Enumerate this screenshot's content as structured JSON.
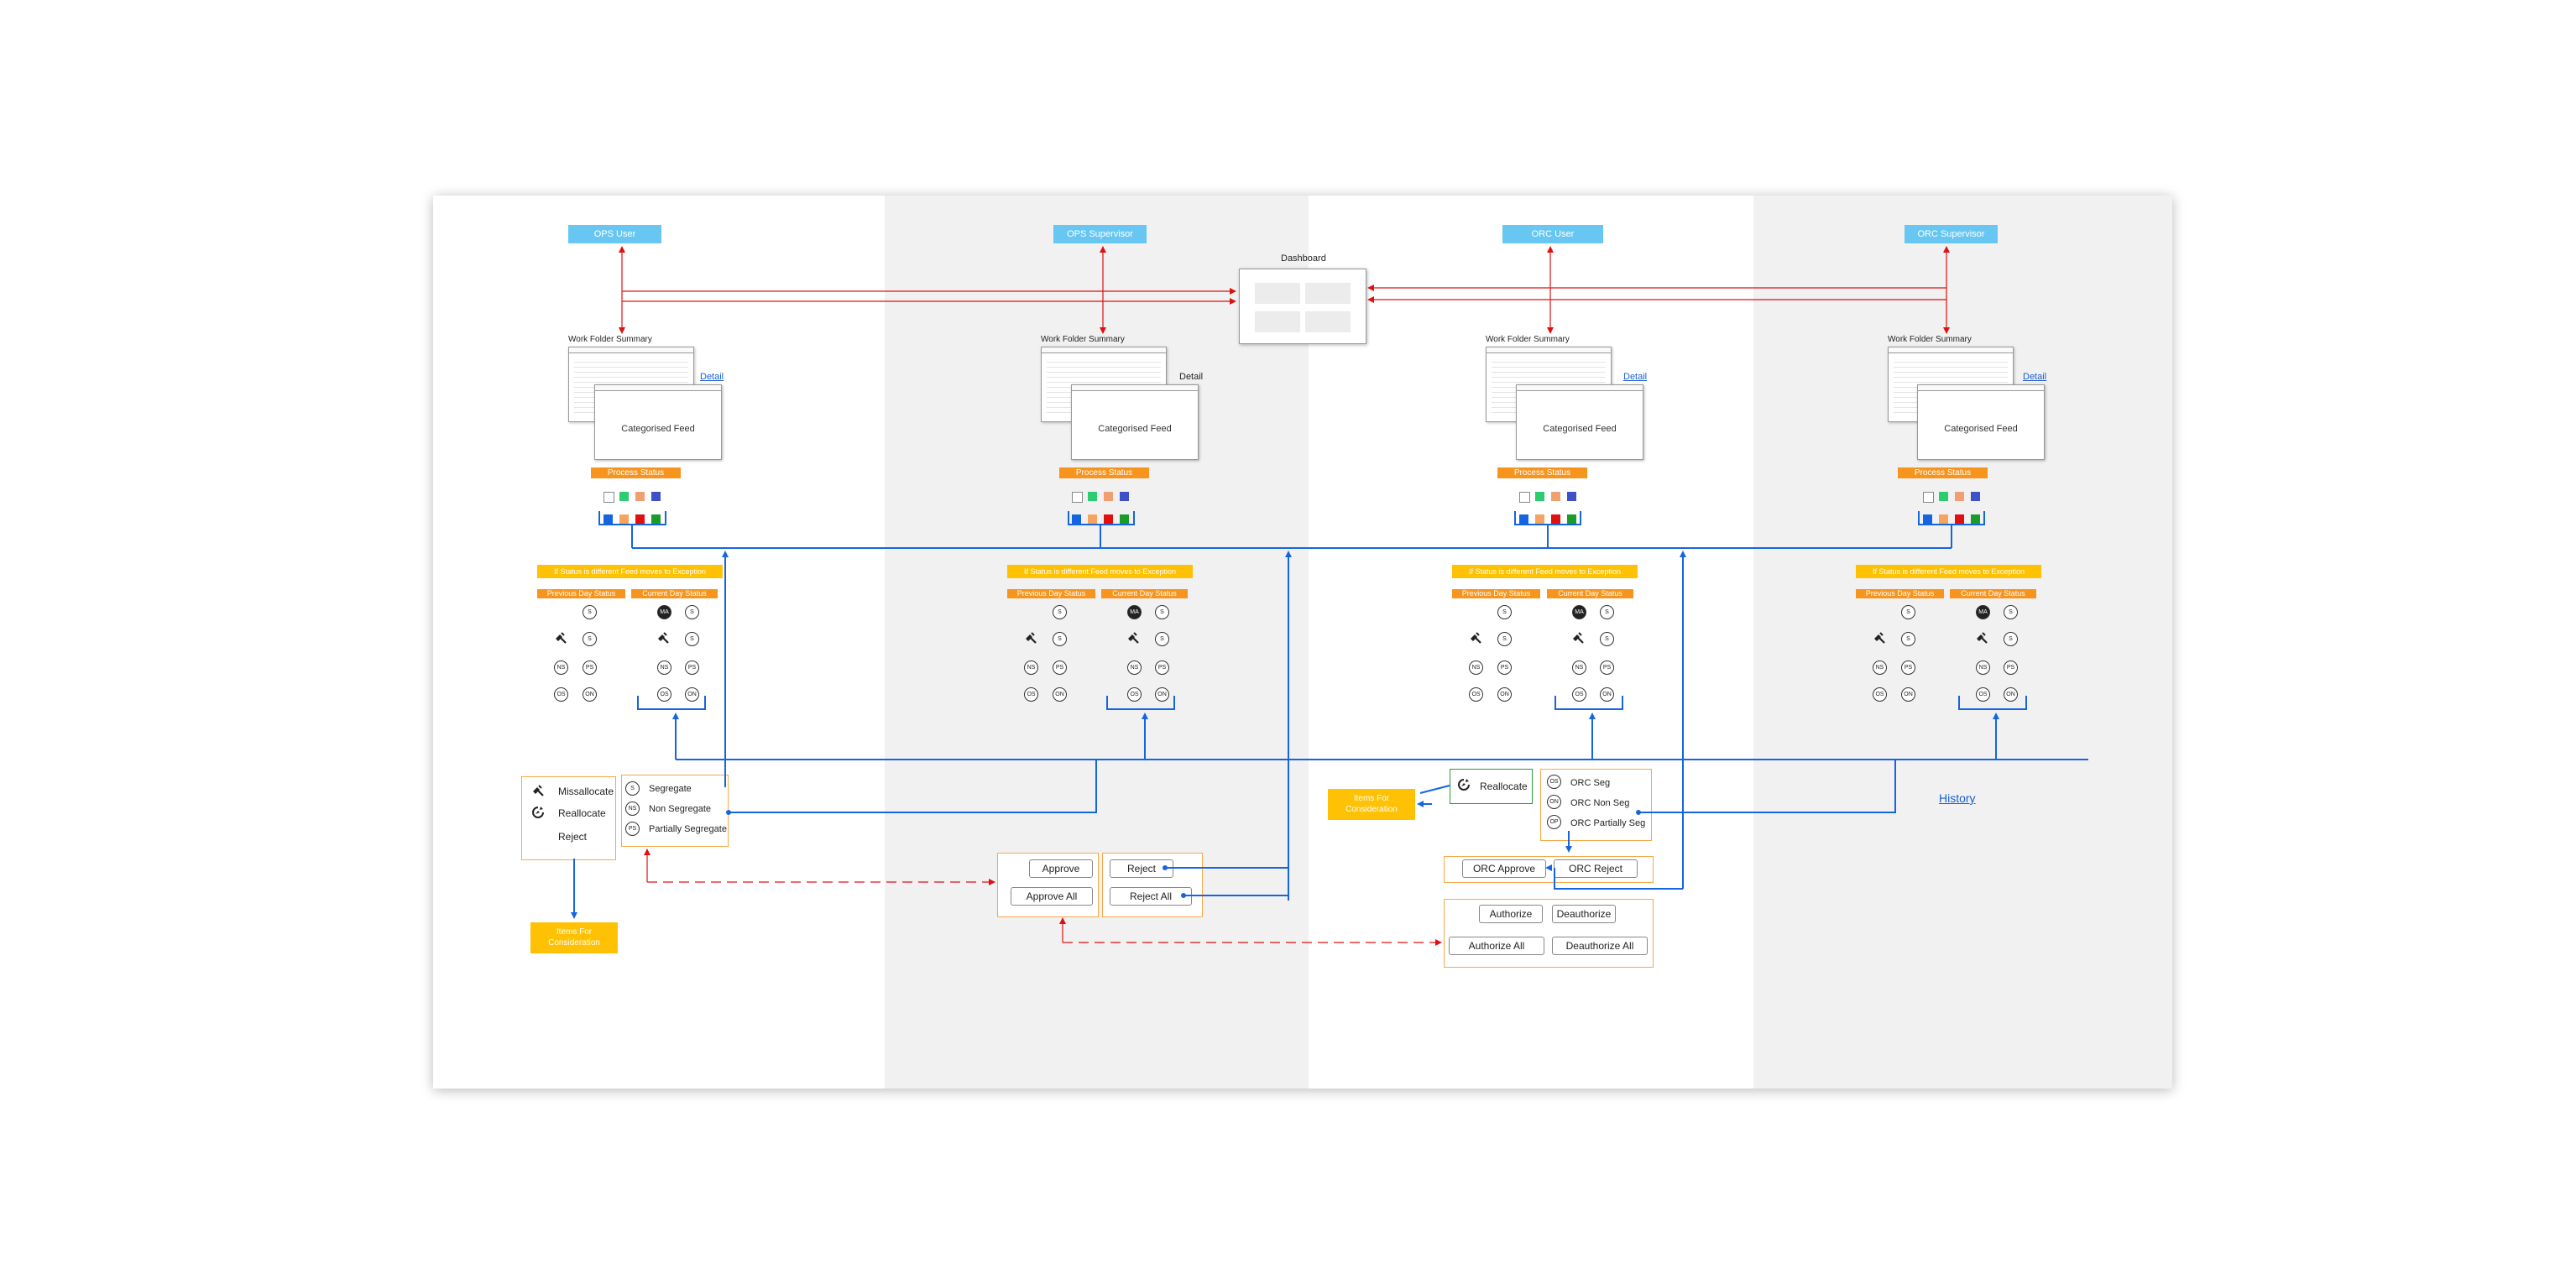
{
  "colors": {
    "role_header": "#67c7f2",
    "status_label": "#f7941d",
    "exception_banner": "#fec104",
    "flow_blue": "#1565e0",
    "flow_red": "#e01010",
    "action_border": "#f7a84a",
    "reallocate_border": "#2a9b3a",
    "status_squares": [
      "#ffffff",
      "#2ecc71",
      "#f0a070",
      "#3f51c8",
      "#1565e0",
      "#f4a460",
      "#e01010",
      "#1a9b2a"
    ]
  },
  "roles": [
    "OPS User",
    "OPS Supervisor",
    "ORC User",
    "ORC Supervisor"
  ],
  "dashboard": {
    "title": "Dashboard"
  },
  "lanes": [
    {
      "work_folder_title": "Work Folder Summary",
      "detail_link": "Detail",
      "categorised_feed": "Categorised Feed",
      "process_status": "Process Status",
      "exception_banner": "If Status is different Feed moves to Exception",
      "previous_day_status": "Previous Day Status",
      "current_day_status": "Current Day Status"
    },
    {
      "work_folder_title": "Work Folder Summary",
      "detail_link": "Detail",
      "categorised_feed": "Categorised Feed",
      "process_status": "Process Status",
      "exception_banner": "If Status is different Feed moves to Exception",
      "previous_day_status": "Previous Day Status",
      "current_day_status": "Current Day Status"
    },
    {
      "work_folder_title": "Work Folder Summary",
      "detail_link": "Detail",
      "categorised_feed": "Categorised Feed",
      "process_status": "Process Status",
      "exception_banner": "If Status is different Feed moves to Exception",
      "previous_day_status": "Previous Day Status",
      "current_day_status": "Current Day Status"
    },
    {
      "work_folder_title": "Work Folder Summary",
      "detail_link": "Detail",
      "categorised_feed": "Categorised Feed",
      "process_status": "Process Status",
      "exception_banner": "If Status is different Feed moves to Exception",
      "previous_day_status": "Previous Day Status",
      "current_day_status": "Current Day Status"
    }
  ],
  "status_icons": {
    "row1_left": "S",
    "row1_right": "S",
    "row1_black": "MA",
    "row2": "S",
    "row3_left": "NS",
    "row3_right": "PS",
    "row4_left": "OS",
    "row4_right": "ON"
  },
  "ops_user_actions": {
    "missallocate": "Missallocate",
    "reallocate": "Reallocate",
    "reject": "Reject",
    "items_for_consideration": "Items For Consideration"
  },
  "segregation_options": {
    "segregate": "Segregate",
    "non_segregate": "Non Segregate",
    "partially_segregate": "Partially Segregate",
    "icon_s": "S",
    "icon_ns": "NS",
    "icon_ps": "PS"
  },
  "ops_supervisor_actions": {
    "approve": "Approve",
    "approve_all": "Approve All",
    "reject": "Reject",
    "reject_all": "Reject All"
  },
  "orc_user_actions": {
    "reallocate": "Reallocate",
    "items_for_consideration": "Items For Consideration",
    "orc_seg": "ORC Seg",
    "orc_non_seg": "ORC Non Seg",
    "orc_partially_seg": "ORC Partially Seg",
    "icon_os": "OS",
    "icon_ons": "ON",
    "icon_ops": "OP",
    "orc_approve": "ORC Approve",
    "orc_reject": "ORC Reject"
  },
  "orc_supervisor_actions": {
    "authorize": "Authorize",
    "deauthorize": "Deauthorize",
    "authorize_all": "Authorize All",
    "deauthorize_all": "Deauthorize All",
    "history_link": "History"
  }
}
